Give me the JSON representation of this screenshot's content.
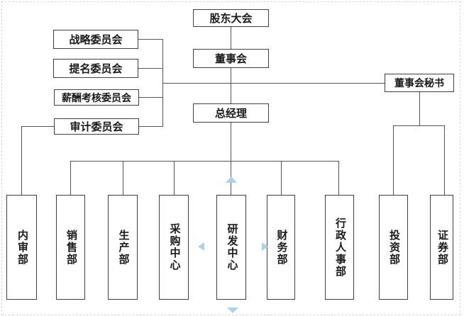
{
  "diagram": {
    "type": "org-chart",
    "nodes": {
      "shareholders_meeting": "股东大会",
      "board_of_directors": "董事会",
      "general_manager": "总经理",
      "strategy_committee": "战略委员会",
      "nomination_committee": "提名委员会",
      "remuneration_appraisal_committee": "薪酬考核委员会",
      "audit_committee": "审计委员会",
      "board_secretary": "董事会秘书",
      "internal_audit_dept": "内审部",
      "sales_dept": "销售部",
      "production_dept": "生产部",
      "procurement_center": "采购中心",
      "rnd_center": "研发中心",
      "finance_dept": "财务部",
      "admin_hr_dept": "行政人事部",
      "investment_dept": "投资部",
      "securities_dept": "证券部"
    },
    "edges": [
      [
        "股东大会",
        "董事会"
      ],
      [
        "董事会",
        "总经理"
      ],
      [
        "董事会",
        "战略委员会"
      ],
      [
        "董事会",
        "提名委员会"
      ],
      [
        "董事会",
        "薪酬考核委员会"
      ],
      [
        "董事会",
        "审计委员会"
      ],
      [
        "董事会",
        "董事会秘书"
      ],
      [
        "审计委员会",
        "内审部"
      ],
      [
        "总经理",
        "销售部"
      ],
      [
        "总经理",
        "生产部"
      ],
      [
        "总经理",
        "采购中心"
      ],
      [
        "总经理",
        "研发中心"
      ],
      [
        "总经理",
        "财务部"
      ],
      [
        "总经理",
        "行政人事部"
      ],
      [
        "董事会秘书",
        "投资部"
      ],
      [
        "董事会秘书",
        "证券部"
      ]
    ],
    "colors": {
      "connector_line": "#555555",
      "box_border": "#3f3f3f",
      "text": "#1a1a1a",
      "pan_arrow": "#a9d3e7",
      "selection_border": "#d9d9d9",
      "background": "#ffffff"
    },
    "icons": {
      "pan_up": "up-triangle",
      "pan_down": "down-triangle",
      "pan_left": "left-triangle",
      "pan_right": "right-triangle"
    }
  }
}
